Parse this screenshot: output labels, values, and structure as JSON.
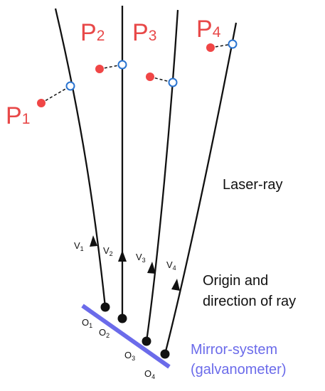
{
  "colors": {
    "point": "#f04646",
    "point_label": "#e84848",
    "mirror": "#6b6bea",
    "mirror_label": "#6b6bea",
    "ray": "#111111",
    "hit_marker": "#2a74d0",
    "text": "#111111"
  },
  "labels": {
    "laser_ray": "Laser-ray",
    "origin_line1": "Origin and",
    "origin_line2": "direction of ray",
    "mirror_line1": "Mirror-system",
    "mirror_line2": "(galvanometer)"
  },
  "points": [
    {
      "letter": "P",
      "index": "1"
    },
    {
      "letter": "P",
      "index": "2"
    },
    {
      "letter": "P",
      "index": "3"
    },
    {
      "letter": "P",
      "index": "4"
    }
  ],
  "vectors": [
    {
      "letter": "V",
      "index": "1"
    },
    {
      "letter": "V",
      "index": "2"
    },
    {
      "letter": "V",
      "index": "3"
    },
    {
      "letter": "V",
      "index": "4"
    }
  ],
  "origins": [
    {
      "letter": "O",
      "index": "1"
    },
    {
      "letter": "O",
      "index": "2"
    },
    {
      "letter": "O",
      "index": "3"
    },
    {
      "letter": "O",
      "index": "4"
    }
  ]
}
